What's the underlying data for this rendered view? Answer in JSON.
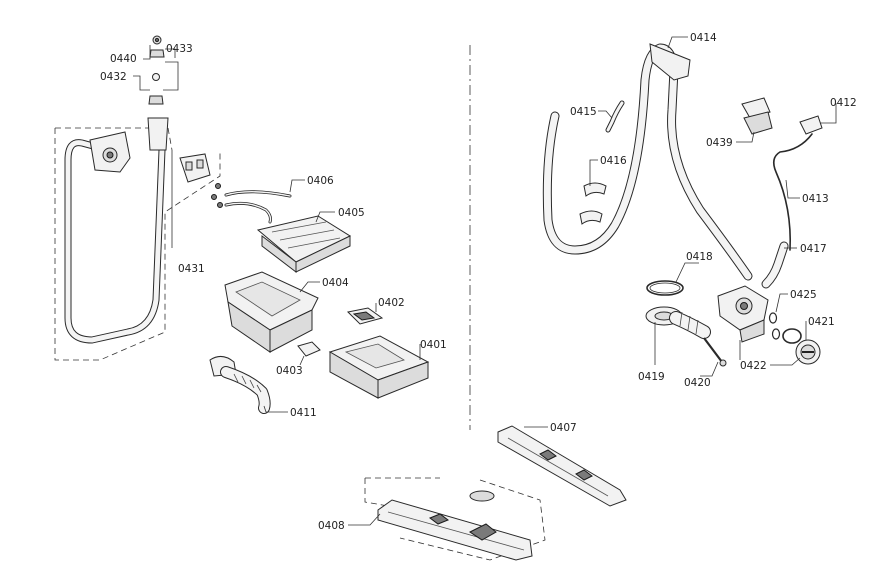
{
  "diagram": {
    "parts": [
      {
        "id": "p0440",
        "label": "0440"
      },
      {
        "id": "p0433",
        "label": "0433"
      },
      {
        "id": "p0432",
        "label": "0432"
      },
      {
        "id": "p0431",
        "label": "0431"
      },
      {
        "id": "p0406",
        "label": "0406"
      },
      {
        "id": "p0405",
        "label": "0405"
      },
      {
        "id": "p0404",
        "label": "0404"
      },
      {
        "id": "p0402",
        "label": "0402"
      },
      {
        "id": "p0403",
        "label": "0403"
      },
      {
        "id": "p0401",
        "label": "0401"
      },
      {
        "id": "p0411",
        "label": "0411"
      },
      {
        "id": "p0414",
        "label": "0414"
      },
      {
        "id": "p0415",
        "label": "0415"
      },
      {
        "id": "p0416",
        "label": "0416"
      },
      {
        "id": "p0439",
        "label": "0439"
      },
      {
        "id": "p0412",
        "label": "0412"
      },
      {
        "id": "p0413",
        "label": "0413"
      },
      {
        "id": "p0417",
        "label": "0417"
      },
      {
        "id": "p0418",
        "label": "0418"
      },
      {
        "id": "p0425",
        "label": "0425"
      },
      {
        "id": "p0421",
        "label": "0421"
      },
      {
        "id": "p0419",
        "label": "0419"
      },
      {
        "id": "p0420",
        "label": "0420"
      },
      {
        "id": "p0422",
        "label": "0422"
      },
      {
        "id": "p0407",
        "label": "0407"
      },
      {
        "id": "p0408",
        "label": "0408"
      }
    ]
  }
}
